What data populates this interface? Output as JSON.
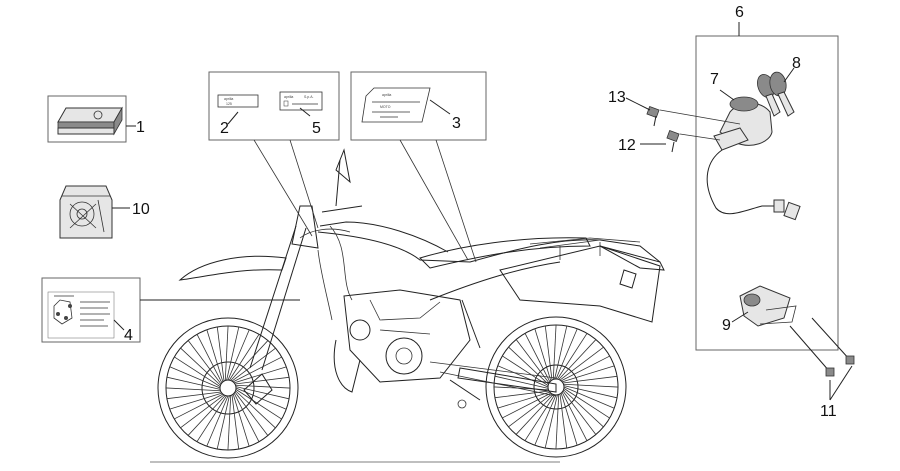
{
  "callouts": {
    "c1": "1",
    "c2": "2",
    "c3": "3",
    "c4": "4",
    "c5": "5",
    "c6": "6",
    "c7": "7",
    "c8": "8",
    "c9": "9",
    "c10": "10",
    "c11": "11",
    "c12": "12",
    "c13": "13"
  },
  "decal_texts": {
    "brand": "aprilia",
    "decal5_suffix": "S.p.A.",
    "decal2_sub": "125",
    "decal3_line": "MOTO"
  },
  "colors": {
    "line": "#222222",
    "part_fill": "#e6e6e6",
    "frame": "#666666"
  }
}
